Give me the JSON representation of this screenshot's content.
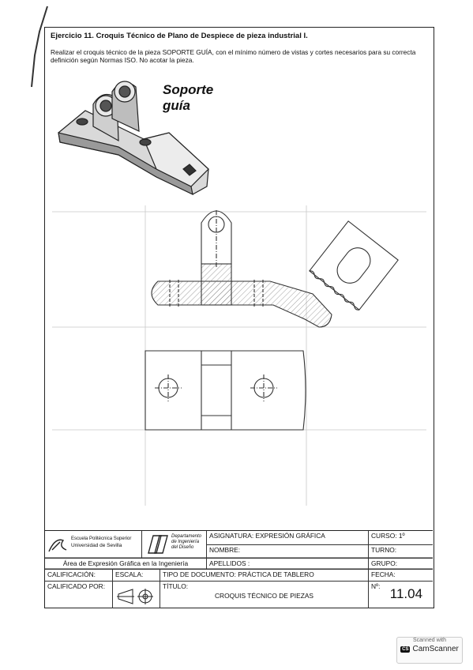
{
  "exercise": {
    "title": "Ejercicio 11. Croquis Técnico de Plano de Despiece de pieza industrial I.",
    "instructions": "Realizar el croquis técnico de la pieza SOPORTE GUÍA, con el mínimo número de vistas y cortes necesarios para su correcta definición según Normas ISO. No acotar la pieza.",
    "part_name": "Soporte\nguía"
  },
  "title_block": {
    "school_line1": "Escuela Politécnica Superior",
    "school_line2": "Universidad de Sevilla",
    "department_line1": "Departamento",
    "department_line2": "de Ingeniería",
    "department_line3": "del Diseño",
    "area": "Área de Expresión Gráfica en la Ingeniería",
    "asignatura": "ASIGNATURA: EXPRESIÓN GRÁFICA",
    "curso": "CURSO: 1º",
    "nombre": "NOMBRE:",
    "turno": "TURNO:",
    "apellidos": "APELLIDOS :",
    "grupo": "GRUPO:",
    "calificacion": "CALIFICACIÓN:",
    "escala": "ESCALA:",
    "tipo_documento": "TIPO DE DOCUMENTO:   PRÁCTICA DE TABLERO",
    "fecha": "FECHA:",
    "calificado_por": "CALIFICADO POR:",
    "titulo_label": "TÍTULO:",
    "titulo_value": "CROQUIS TÉCNICO DE PIEZAS",
    "numero_label": "Nº:",
    "numero_value": "11.04"
  },
  "scanner": {
    "scanned_with": "Scanned with",
    "app_badge": "CS",
    "app_name": "CamScanner"
  },
  "colors": {
    "ink": "#111111",
    "pencil": "#444444",
    "construction": "#bbbbbb"
  }
}
